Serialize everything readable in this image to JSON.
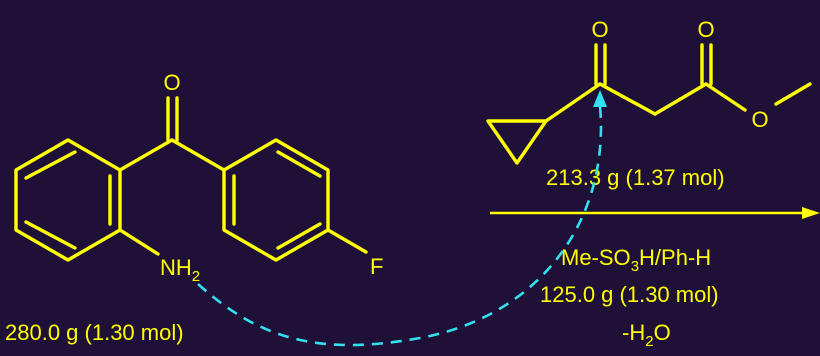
{
  "reactant_1": {
    "amounts": "280.0 g (1.30 mol)",
    "atoms": {
      "oxygen": "O",
      "fluorine": "F",
      "amine": "NH",
      "amine_sub": "2"
    }
  },
  "reactant_2": {
    "amounts": "213.3 g (1.37 mol)",
    "atoms": {
      "ketone_oxygen": "O",
      "ester_carbonyl_oxygen": "O",
      "ester_oxygen": "O"
    }
  },
  "conditions": {
    "catalyst_pre": "Me-SO",
    "catalyst_sub": "3",
    "catalyst_post": "H/Ph-H",
    "catalyst_amounts": "125.0 g (1.30 mol)",
    "byproduct_pre": "-H",
    "byproduct_sub": "2",
    "byproduct_post": "O"
  },
  "colors": {
    "background": "#1e1036",
    "structure": "#ffff00",
    "annotation": "#33e0f0"
  }
}
